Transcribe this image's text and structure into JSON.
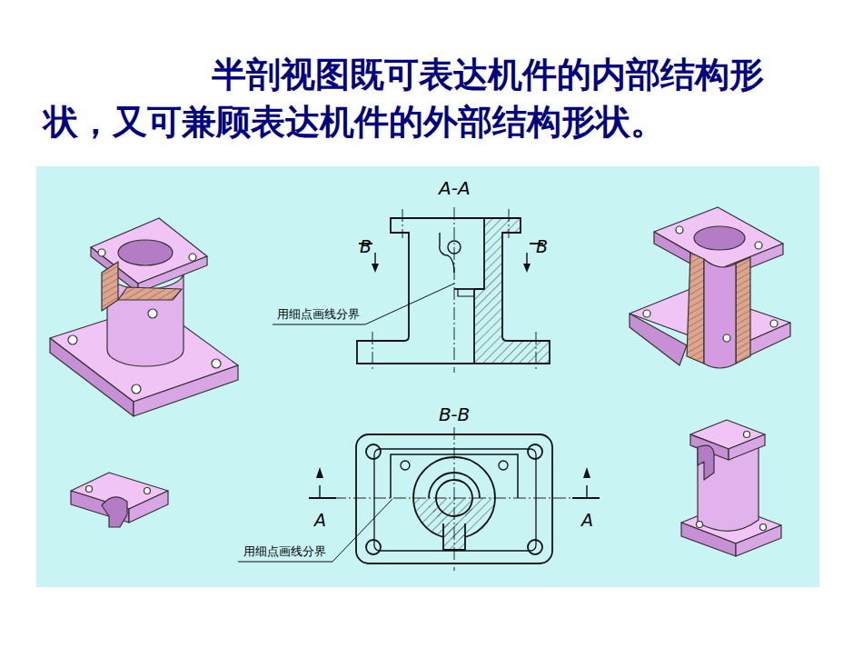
{
  "diagram": {
    "title": "半剖视图既可表达机件的内部结构形状，又可兼顾表达机件的外部结构形状。",
    "labels": [
      "A-A",
      "B",
      "B",
      "用细点画线分界",
      "B-B",
      "A",
      "A",
      "用细点画线分界"
    ]
  }
}
